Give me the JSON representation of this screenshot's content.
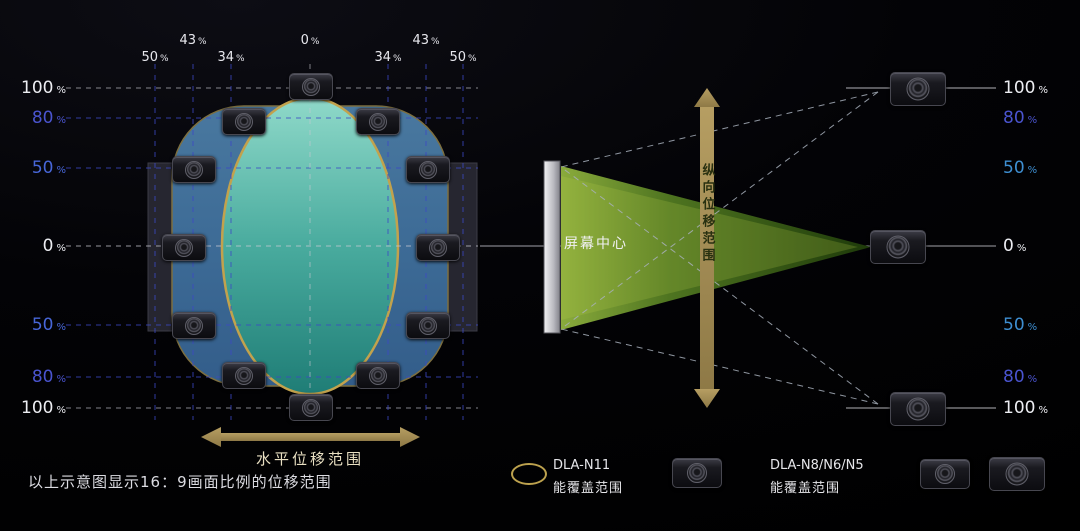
{
  "left_scale": [
    "100",
    "80",
    "50",
    "0",
    "50",
    "80",
    "100"
  ],
  "right_scale": [
    "100",
    "80",
    "50",
    "0",
    "50",
    "80",
    "100"
  ],
  "top_scale": [
    "50",
    "43",
    "34",
    "0",
    "34",
    "43",
    "50"
  ],
  "percent": "%",
  "labels": {
    "horizontal_range": "水平位移范围",
    "vertical_range": "纵向位移范围",
    "screen_center": "屏幕中心",
    "caption": "以上示意图显示16：9画面比例的位移范围"
  },
  "legend": {
    "n11_model": "DLA-N11",
    "n11_desc": "能覆盖范围",
    "n8_model": "DLA-N8/N6/N5",
    "n8_desc": "能覆盖范围"
  },
  "colors": {
    "background": "#000000",
    "grid_blue": "#3c48c6",
    "grid_white": "#c9c9d2",
    "coverage_ellipse_outline": "#c2a24d",
    "coverage_ellipse_fill": "#49ab9e",
    "coverage_region_blue": "#3d6b96",
    "screen_rect": "#262630",
    "arrow_gold": "#a8935a",
    "cone_green": "#4e7420",
    "label_white": "#ecedf2",
    "label_blue": "#4a54cf",
    "label_cyan": "#3e8fd2"
  }
}
